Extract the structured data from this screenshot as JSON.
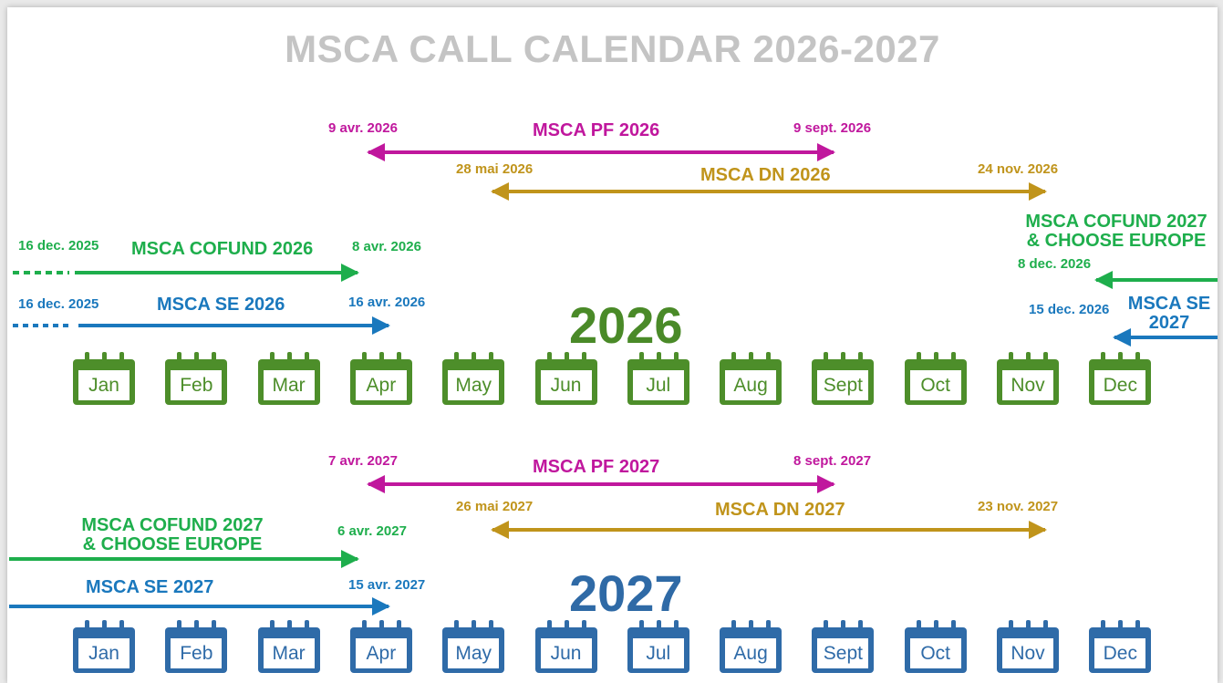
{
  "title": "MSCA CALL CALENDAR 2026-2027",
  "colors": {
    "pf": "#c0179d",
    "dn": "#c0941b",
    "cofund": "#1eae4c",
    "se": "#1a78bd",
    "months_2026": "#4d8e2a",
    "months_2027": "#2f6ba8"
  },
  "year_2026": {
    "label": "2026",
    "months": [
      "Jan",
      "Feb",
      "Mar",
      "Apr",
      "May",
      "Jun",
      "Jul",
      "Aug",
      "Sept",
      "Oct",
      "Nov",
      "Dec"
    ],
    "pf": {
      "name": "MSCA PF 2026",
      "start": "9 avr. 2026",
      "end": "9 sept. 2026"
    },
    "dn": {
      "name": "MSCA DN 2026",
      "start": "28 mai 2026",
      "end": "24 nov. 2026"
    },
    "cofund": {
      "name": "MSCA COFUND 2026",
      "start": "16 dec. 2025",
      "end": "8 avr. 2026"
    },
    "se": {
      "name": "MSCA SE 2026",
      "start": "16 dec. 2025",
      "end": "16 avr. 2026"
    },
    "cofund_next": {
      "name_line1": "MSCA COFUND 2027",
      "name_line2": "& CHOOSE EUROPE",
      "start": "8 dec. 2026"
    },
    "se_next": {
      "name_line1": "MSCA SE",
      "name_line2": "2027",
      "start": "15 dec. 2026"
    }
  },
  "year_2027": {
    "label": "2027",
    "months": [
      "Jan",
      "Feb",
      "Mar",
      "Apr",
      "May",
      "Jun",
      "Jul",
      "Aug",
      "Sept",
      "Oct",
      "Nov",
      "Dec"
    ],
    "pf": {
      "name": "MSCA PF 2027",
      "start": "7 avr. 2027",
      "end": "8 sept. 2027"
    },
    "dn": {
      "name": "MSCA DN 2027",
      "start": "26 mai 2027",
      "end": "23 nov. 2027"
    },
    "cofund": {
      "name_line1": "MSCA COFUND 2027",
      "name_line2": "& CHOOSE EUROPE",
      "end": "6 avr. 2027"
    },
    "se": {
      "name": "MSCA SE 2027",
      "end": "15 avr. 2027"
    }
  }
}
